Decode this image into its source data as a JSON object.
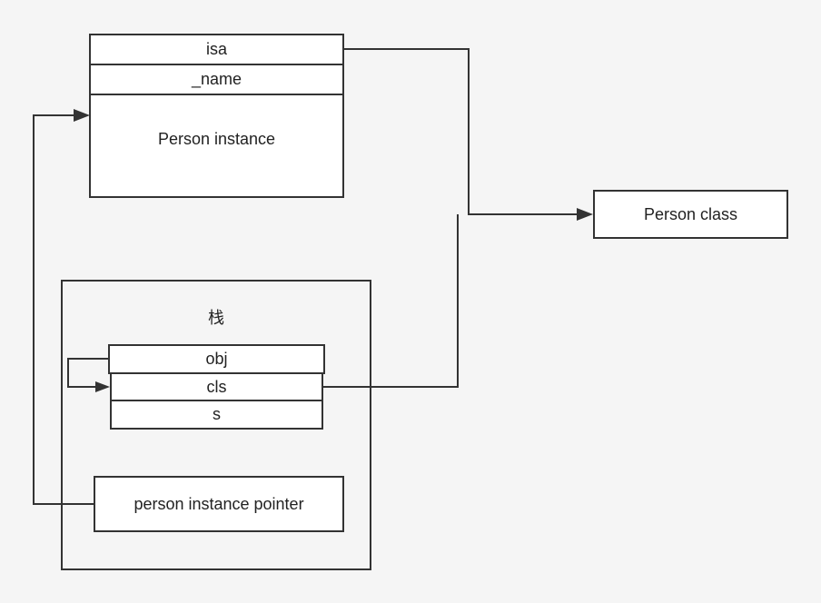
{
  "person_instance": {
    "isa_label": "isa",
    "name_label": "_name",
    "title": "Person instance"
  },
  "person_class": {
    "title": "Person class"
  },
  "stack": {
    "title": "栈",
    "obj_label": "obj",
    "cls_label": "cls",
    "s_label": "s",
    "pointer_label": "person instance pointer"
  },
  "colors": {
    "stroke": "#333333",
    "background": "#f5f5f5",
    "box_fill": "#ffffff"
  }
}
